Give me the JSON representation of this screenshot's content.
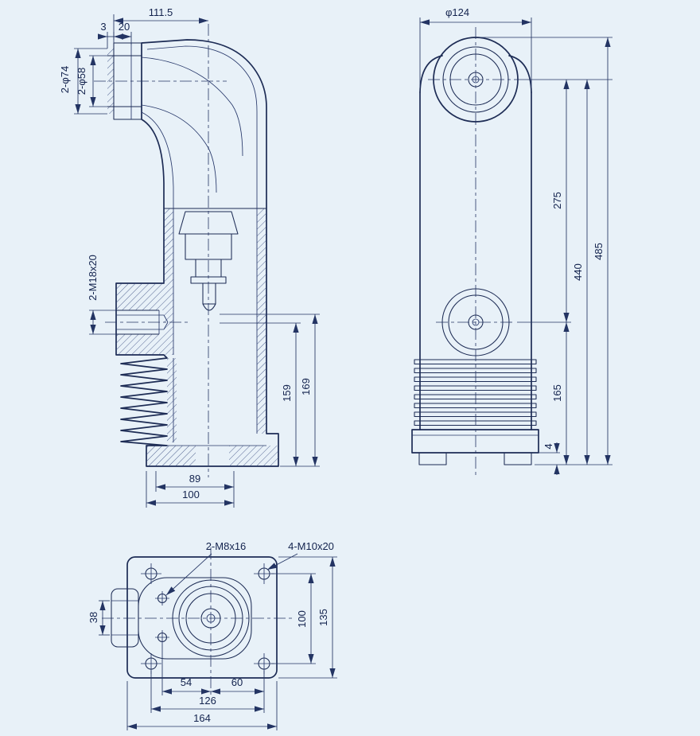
{
  "drawing": {
    "background_color": "#e8f1f8",
    "line_color": "#1d2c55",
    "side_view": {
      "w111_5": "111.5",
      "d3": "3",
      "d20": "20",
      "phi74": "2-φ74",
      "phi58": "2-φ58",
      "m18": "2-M18x20",
      "h159": "159",
      "h169": "169",
      "w89": "89",
      "w100": "100"
    },
    "front_view": {
      "phi124": "φ124",
      "h275": "275",
      "h440": "440",
      "h485": "485",
      "h165": "165",
      "h4": "4"
    },
    "bottom_view": {
      "m8": "2-M8x16",
      "m10": "4-M10x20",
      "w38": "38",
      "h100": "100",
      "h135": "135",
      "w54": "54",
      "w60": "60",
      "w126": "126",
      "w164": "164"
    }
  }
}
